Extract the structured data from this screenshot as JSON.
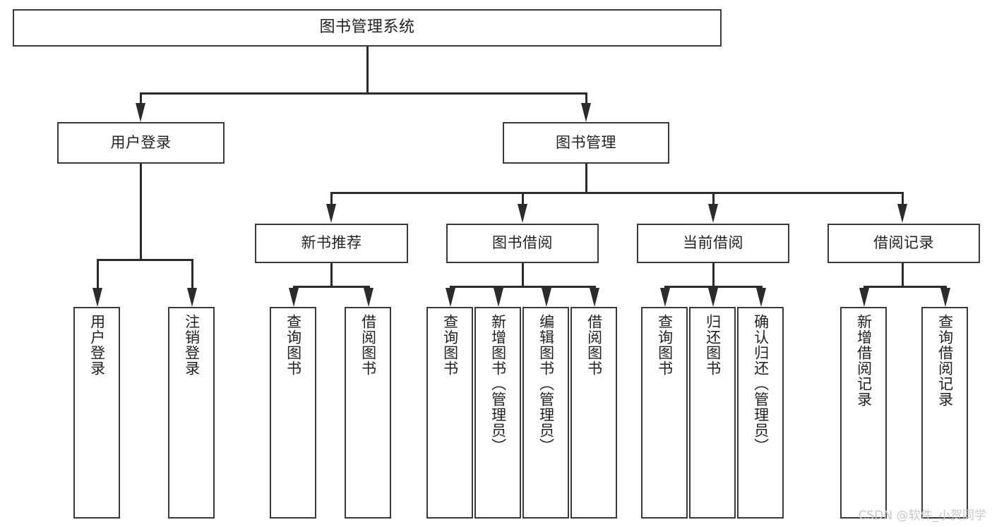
{
  "diagram": {
    "title": "图书管理系统",
    "watermark": "CSDN @软件_小贺同学",
    "colors": {
      "background": "#ffffff",
      "box_fill": "#ffffff",
      "box_border": "#3a3a3a",
      "connector": "#2b2b2b",
      "text": "#222222",
      "watermark": "#c8c8c8"
    },
    "nodes": {
      "root": "图书管理系统",
      "user_login": "用户登录",
      "book_manage": "图书管理",
      "new_book_rec": "新书推荐",
      "book_borrow": "图书借阅",
      "current_borrow": "当前借阅",
      "borrow_record": "借阅记录",
      "leaf_user_login": "用户登录",
      "leaf_user_logout": "注销登录",
      "leaf_rec_query_book": "查询图书",
      "leaf_rec_borrow_book": "借阅图书",
      "leaf_borrow_query_book": "查询图书",
      "leaf_borrow_add_book": "新增图书（管理员）",
      "leaf_borrow_edit_book": "编辑图书（管理员）",
      "leaf_borrow_borrow_book": "借阅图书",
      "leaf_cur_query_book": "查询图书",
      "leaf_cur_return_book": "归还图书",
      "leaf_cur_confirm_return": "确认归还（管理员）",
      "leaf_rec_add_record": "新增借阅记录",
      "leaf_rec_query_record": "查询借阅记录"
    }
  }
}
